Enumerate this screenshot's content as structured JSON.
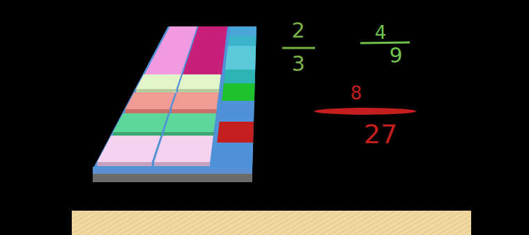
{
  "diagram": {
    "labels": [
      "2",
      "3",
      "4",
      "9",
      "8",
      "27"
    ]
  }
}
